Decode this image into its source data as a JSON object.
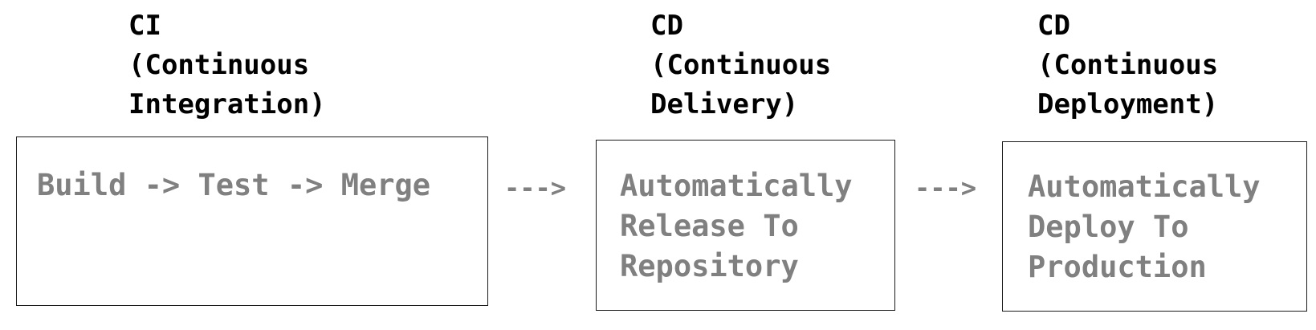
{
  "stages": [
    {
      "title_lines": [
        "CI",
        "(Continuous",
        "Integration)"
      ],
      "body_lines": [
        "Build -> Test -> Merge"
      ]
    },
    {
      "title_lines": [
        "CD",
        "(Continuous",
        "Delivery)"
      ],
      "body_lines": [
        "Automatically",
        "Release To",
        "Repository"
      ]
    },
    {
      "title_lines": [
        "CD",
        "(Continuous",
        "Deployment)"
      ],
      "body_lines": [
        "Automatically",
        "Deploy To",
        "Production"
      ]
    }
  ],
  "connectors": [
    "--->",
    "--->"
  ],
  "colors": {
    "title_text": "#000000",
    "body_text": "#808080",
    "connector_text": "#808080",
    "box_border": "#1a1a1a",
    "background": "#ffffff"
  }
}
